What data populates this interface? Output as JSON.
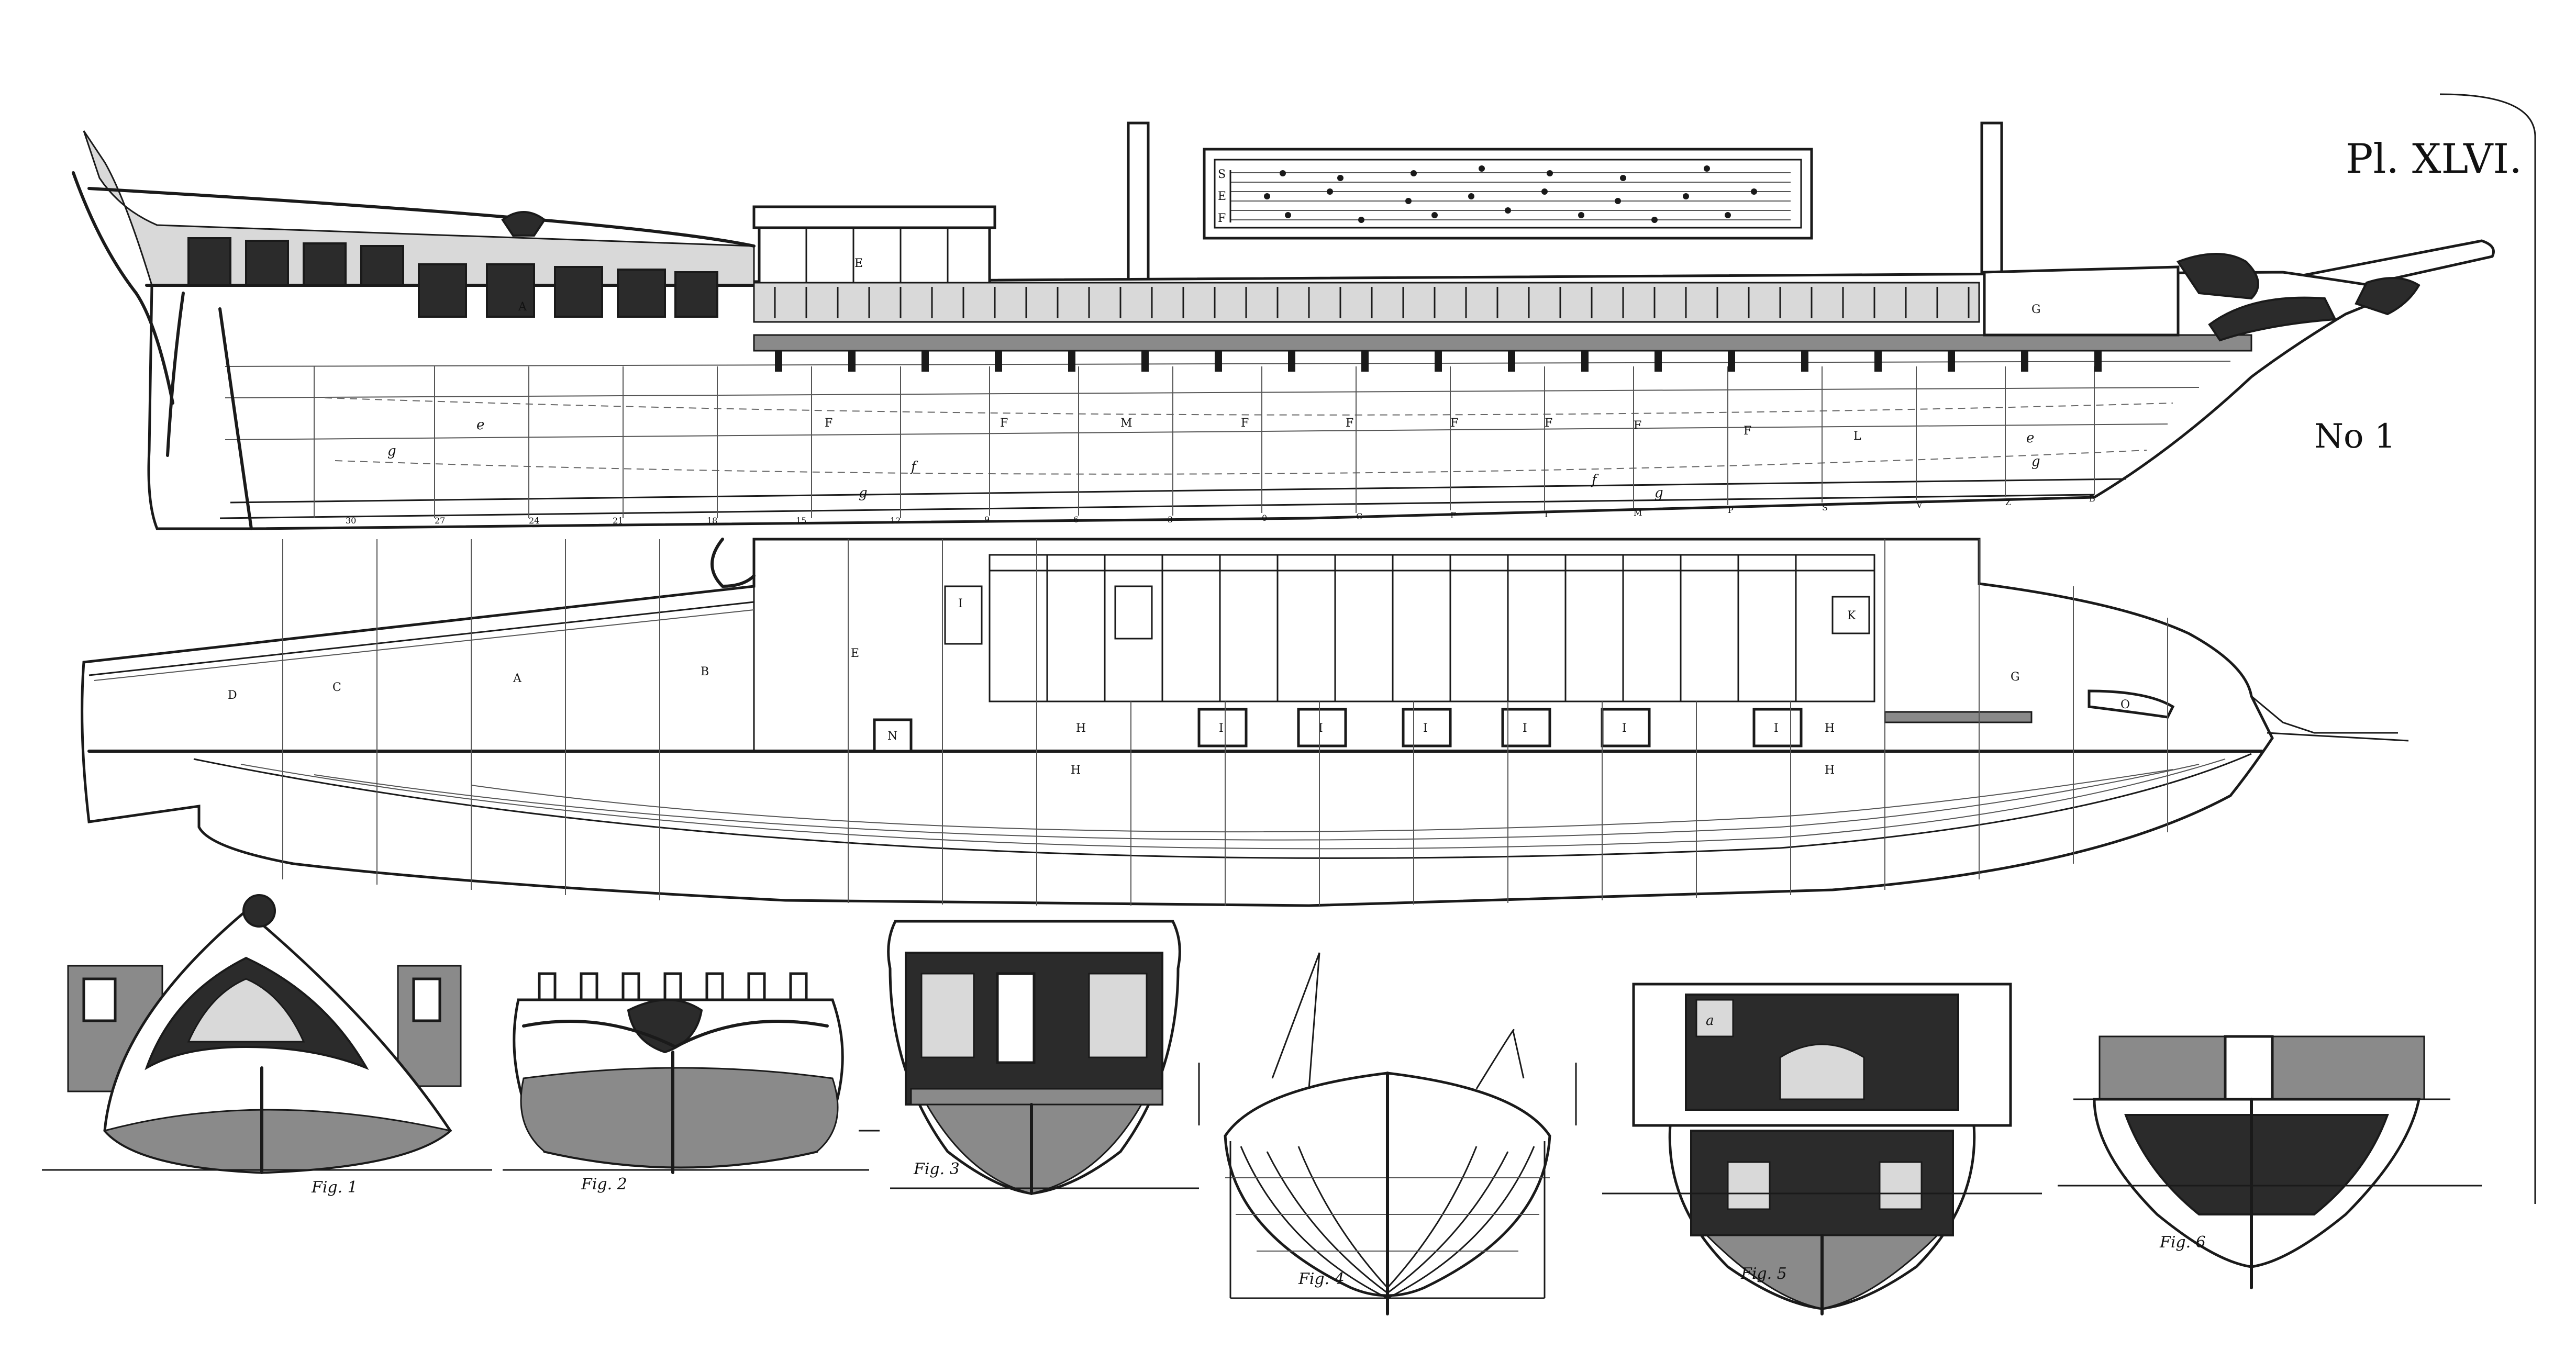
{
  "plate": {
    "title": "Pl. XLVI.",
    "number": "No 1"
  },
  "score": {
    "letters": [
      "S",
      "E",
      "F"
    ]
  },
  "elevation_labels": {
    "stern_panel": "A",
    "deckhouse": "E",
    "bow_deck": "G",
    "hull": [
      "g",
      "e",
      "F",
      "F",
      "M",
      "F",
      "F",
      "F",
      "F",
      "F",
      "F",
      "L",
      "e",
      "g",
      "f",
      "g",
      "f",
      "g"
    ]
  },
  "stations": [
    "30",
    "27",
    "24",
    "21",
    "18",
    "15",
    "12",
    "9",
    "6",
    "3",
    "0",
    "C",
    "F",
    "I",
    "M",
    "P",
    "S",
    "V",
    "Z",
    "B"
  ],
  "plan_labels": {
    "aft": [
      "D",
      "C",
      "A",
      "B"
    ],
    "cabin": "E",
    "cabin_box_left": "I",
    "cabin_box_right": "K",
    "bow": "G",
    "bow_fitting": "O",
    "hatch": "N",
    "hold": [
      "H",
      "H",
      "H",
      "H"
    ],
    "berths": [
      "I",
      "I",
      "I",
      "I",
      "I",
      "I"
    ]
  },
  "section_labels": {
    "fig5_cabin": "a"
  },
  "figures": [
    {
      "caption": "Fig. 1"
    },
    {
      "caption": "Fig. 2"
    },
    {
      "caption": "Fig. 3"
    },
    {
      "caption": "Fig. 4"
    },
    {
      "caption": "Fig. 5"
    },
    {
      "caption": "Fig. 6"
    }
  ]
}
